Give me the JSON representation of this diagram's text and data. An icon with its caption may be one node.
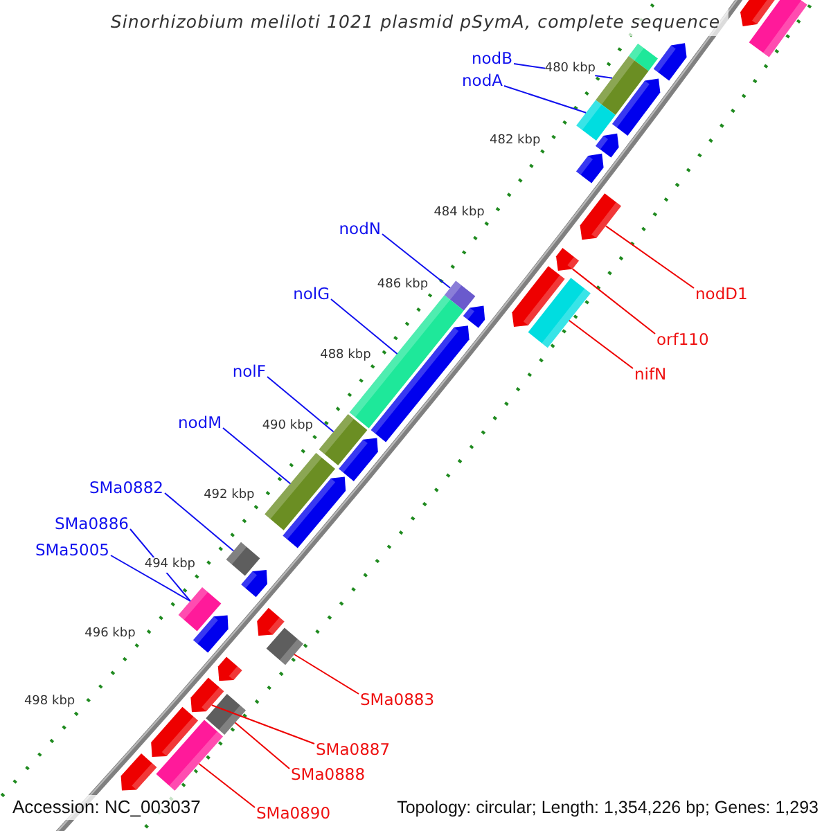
{
  "diagram": {
    "title": "Sinorhizobium meliloti 1021 plasmid pSymA, complete sequence",
    "nodes": [
      {
        "text": [
          "nodB"
        ]
      },
      {
        "text": [
          "nodA"
        ]
      },
      {
        "text": [
          "nodN"
        ]
      },
      {
        "text": [
          "nolG"
        ]
      },
      {
        "text": [
          "nolF"
        ]
      },
      {
        "text": [
          "nodM"
        ]
      },
      {
        "text": [
          "SMa0882"
        ]
      },
      {
        "text": [
          "SMa0886"
        ]
      },
      {
        "text": [
          "SMa5005"
        ]
      },
      {
        "text": [
          "nodD1"
        ]
      },
      {
        "text": [
          "orf110"
        ]
      },
      {
        "text": [
          "nifN"
        ]
      },
      {
        "text": [
          "SMa0883"
        ]
      },
      {
        "text": [
          "SMa0887"
        ]
      },
      {
        "text": [
          "SMa0888"
        ]
      },
      {
        "text": [
          "SMa0890"
        ]
      },
      {
        "text": [],
        "shape": "pentagon"
      },
      {
        "text": [],
        "shape": "bar"
      },
      {
        "text": [],
        "shape": "bar"
      },
      {
        "text": [],
        "shape": "pentagon"
      },
      {
        "text": [],
        "shape": "bar"
      },
      {
        "text": [],
        "shape": "pentagon"
      },
      {
        "text": [],
        "shape": "bar"
      },
      {
        "text": [],
        "shape": "pentagon"
      },
      {
        "text": [],
        "shape": "pentagon"
      },
      {
        "text": [],
        "shape": "pentagon"
      },
      {
        "text": [],
        "shape": "pentagon"
      },
      {
        "text": [],
        "shape": "pentagon"
      },
      {
        "text": [],
        "shape": "bar"
      },
      {
        "text": [],
        "shape": "bar"
      },
      {
        "text": [],
        "shape": "pentagon"
      },
      {
        "text": [],
        "shape": "bar"
      },
      {
        "text": [],
        "shape": "pentagon"
      },
      {
        "text": [],
        "shape": "bar"
      },
      {
        "text": [],
        "shape": "pentagon"
      },
      {
        "text": [],
        "shape": "bar"
      },
      {
        "text": [],
        "shape": "pentagon"
      },
      {
        "text": [],
        "shape": "bar"
      },
      {
        "text": [],
        "shape": "pentagon"
      },
      {
        "text": [],
        "shape": "pentagon"
      },
      {
        "text": [],
        "shape": "bar"
      },
      {
        "text": [],
        "shape": "bar"
      },
      {
        "text": [],
        "shape": "pentagon"
      },
      {
        "text": [],
        "shape": "pentagon"
      },
      {
        "text": [],
        "shape": "pentagon"
      },
      {
        "text": [],
        "shape": "bar"
      },
      {
        "text": [],
        "shape": "pentagon"
      },
      {
        "text": [],
        "shape": "bar"
      },
      {
        "text": [],
        "shape": "pentagon"
      }
    ],
    "edges": [
      {
        "from": 0,
        "to": 20,
        "arrow": "none"
      },
      {
        "from": 1,
        "to": 22,
        "arrow": "none"
      },
      {
        "from": 2,
        "to": 29,
        "arrow": "none"
      },
      {
        "from": 3,
        "to": 31,
        "arrow": "none"
      },
      {
        "from": 4,
        "to": 33,
        "arrow": "none"
      },
      {
        "from": 5,
        "to": 35,
        "arrow": "none"
      },
      {
        "from": 6,
        "to": 37,
        "arrow": "none"
      },
      {
        "from": 7,
        "to": 41,
        "arrow": "none"
      },
      {
        "from": 8,
        "to": 41,
        "arrow": "none"
      },
      {
        "from": 9,
        "to": 25,
        "arrow": "none",
        "color": "#ee0000"
      },
      {
        "from": 10,
        "to": 26,
        "arrow": "none",
        "color": "#ee0000"
      },
      {
        "from": 11,
        "to": 28,
        "arrow": "none",
        "color": "#ee0000"
      },
      {
        "from": 12,
        "to": 40,
        "arrow": "none",
        "color": "#ee0000"
      },
      {
        "from": 13,
        "to": 44,
        "arrow": "none",
        "color": "#ee0000"
      },
      {
        "from": 14,
        "to": 45,
        "arrow": "none",
        "color": "#ee0000"
      },
      {
        "from": 15,
        "to": 47,
        "arrow": "none",
        "color": "#ee0000"
      }
    ],
    "labels": [
      "480 kbp",
      "482 kbp",
      "484 kbp",
      "486 kbp",
      "488 kbp",
      "490 kbp",
      "492 kbp",
      "494 kbp",
      "496 kbp",
      "498 kbp",
      "Accession: NC_003037",
      "Topology: circular; Length: 1,354,226 bp; Genes: 1,293"
    ]
  }
}
